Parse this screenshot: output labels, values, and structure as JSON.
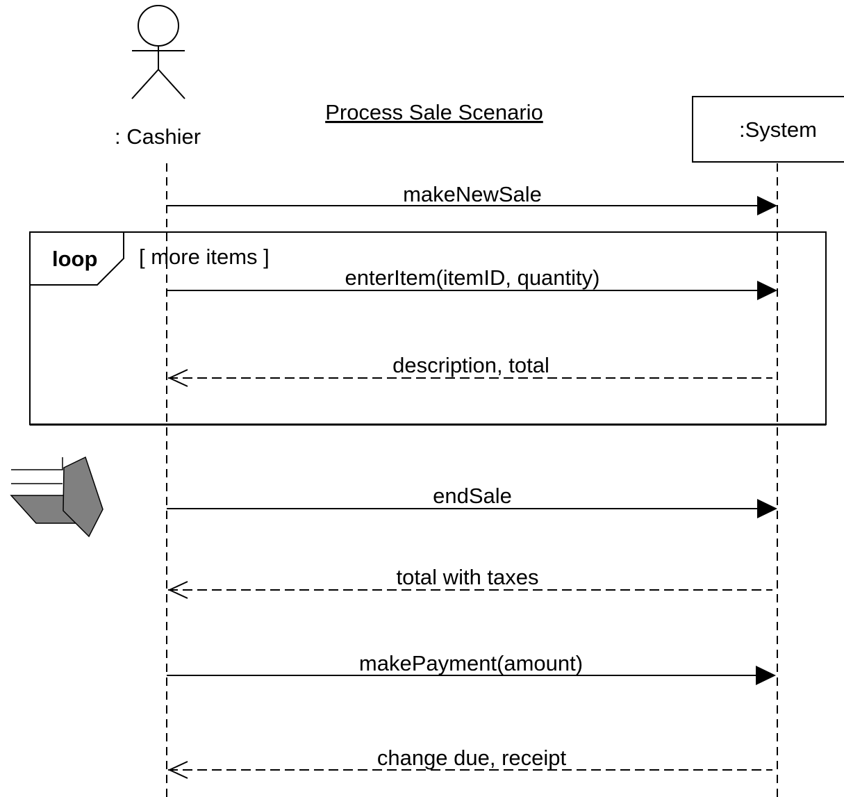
{
  "title": "Process Sale Scenario",
  "actor": {
    "label": ": Cashier"
  },
  "system": {
    "label": ":System"
  },
  "loop": {
    "operator": "loop",
    "guard": "[ more items ]"
  },
  "messages": [
    {
      "label": "makeNewSale",
      "type": "synchronous",
      "direction": "Cashier → System"
    },
    {
      "label": "enterItem(itemID, quantity)",
      "type": "synchronous",
      "direction": "Cashier → System"
    },
    {
      "label": "description, total",
      "type": "return",
      "direction": "System → Cashier"
    },
    {
      "label": "endSale",
      "type": "synchronous",
      "direction": "Cashier → System"
    },
    {
      "label": "total with taxes",
      "type": "return",
      "direction": "System → Cashier"
    },
    {
      "label": "makePayment(amount)",
      "type": "synchronous",
      "direction": "Cashier → System"
    },
    {
      "label": "change due, receipt",
      "type": "return",
      "direction": "System → Cashier"
    }
  ],
  "side_icon": "bent-arrow-icon",
  "colors": {
    "line": "#000000",
    "icon_fill": "#808080"
  }
}
